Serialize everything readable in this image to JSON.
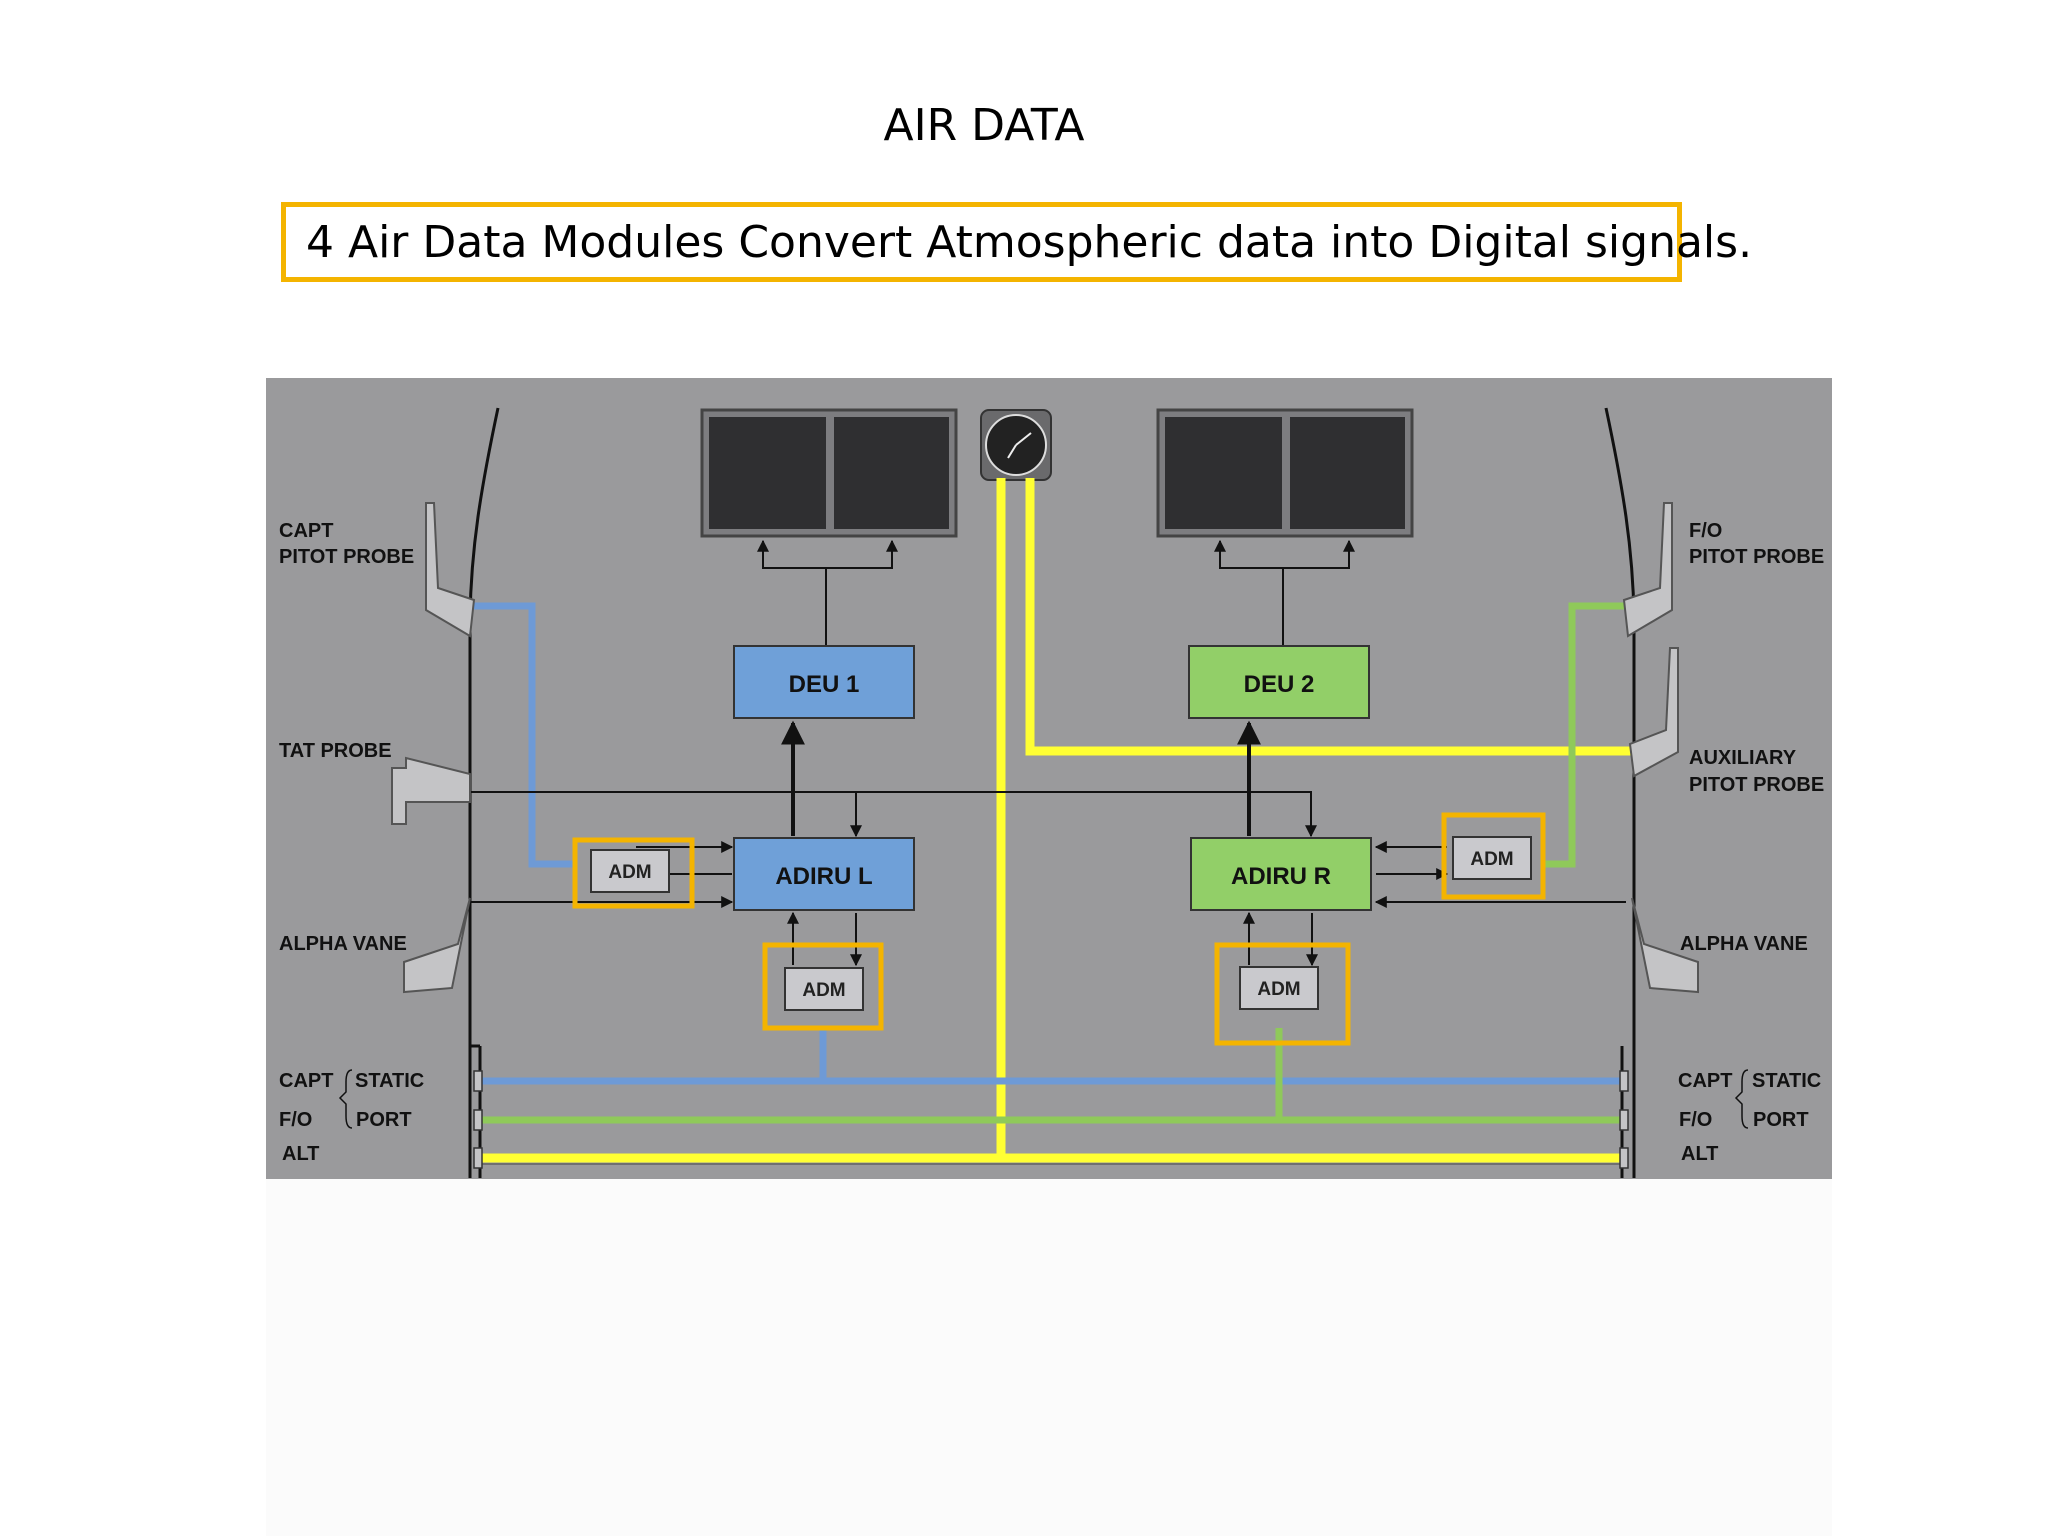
{
  "slide": {
    "title": "AIR DATA",
    "subtitle": "4 Air Data Modules Convert Atmospheric data into Digital signals."
  },
  "diagram": {
    "units": {
      "deu1": "DEU 1",
      "deu2": "DEU 2",
      "adiru_l": "ADIRU L",
      "adiru_r": "ADIRU R",
      "adm": "ADM"
    },
    "labels": {
      "capt_pitot_1": "CAPT",
      "capt_pitot_2": "PITOT PROBE",
      "fo_pitot_1": "F/O",
      "fo_pitot_2": "PITOT PROBE",
      "tat_probe": "TAT PROBE",
      "aux_pitot_1": "AUXILIARY",
      "aux_pitot_2": "PITOT PROBE",
      "alpha_vane_left": "ALPHA VANE",
      "alpha_vane_right": "ALPHA VANE",
      "capt": "CAPT",
      "fo": "F/O",
      "alt": "ALT",
      "static": "STATIC",
      "port": "PORT"
    },
    "colors": {
      "background": "#9a9a9c",
      "capt_line": "#6e9ad6",
      "fo_line": "#8fc95a",
      "alt_line": "#ffff33",
      "highlight": "#f4b400",
      "deu1_fill": "#6fa0d8",
      "deu2_fill": "#92cf68",
      "adm_fill": "#c9c9cd"
    },
    "icons": [
      "standby-altimeter-icon",
      "display-unit-icon"
    ]
  }
}
